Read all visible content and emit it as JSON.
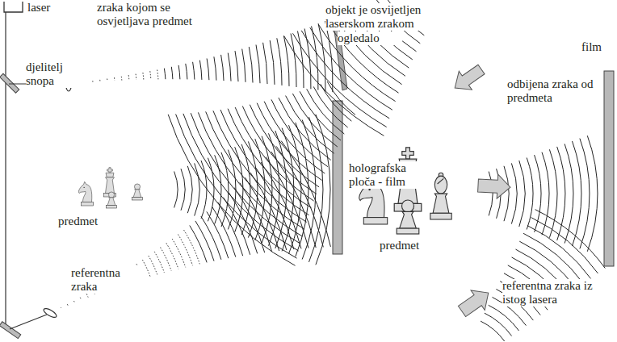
{
  "diagram": {
    "labels": [
      "laser",
      "zraka kojom se osvjetljava predmet",
      "ogledalo",
      "djelitelj snopa",
      "holografska ploča - film",
      "predmet",
      "referentna zraka",
      "objekt je osvijetljen laserskom zrakom",
      "film",
      "odbijena zraka od predmeta",
      "predmet",
      "referentna zraka iz istog lasera"
    ]
  }
}
